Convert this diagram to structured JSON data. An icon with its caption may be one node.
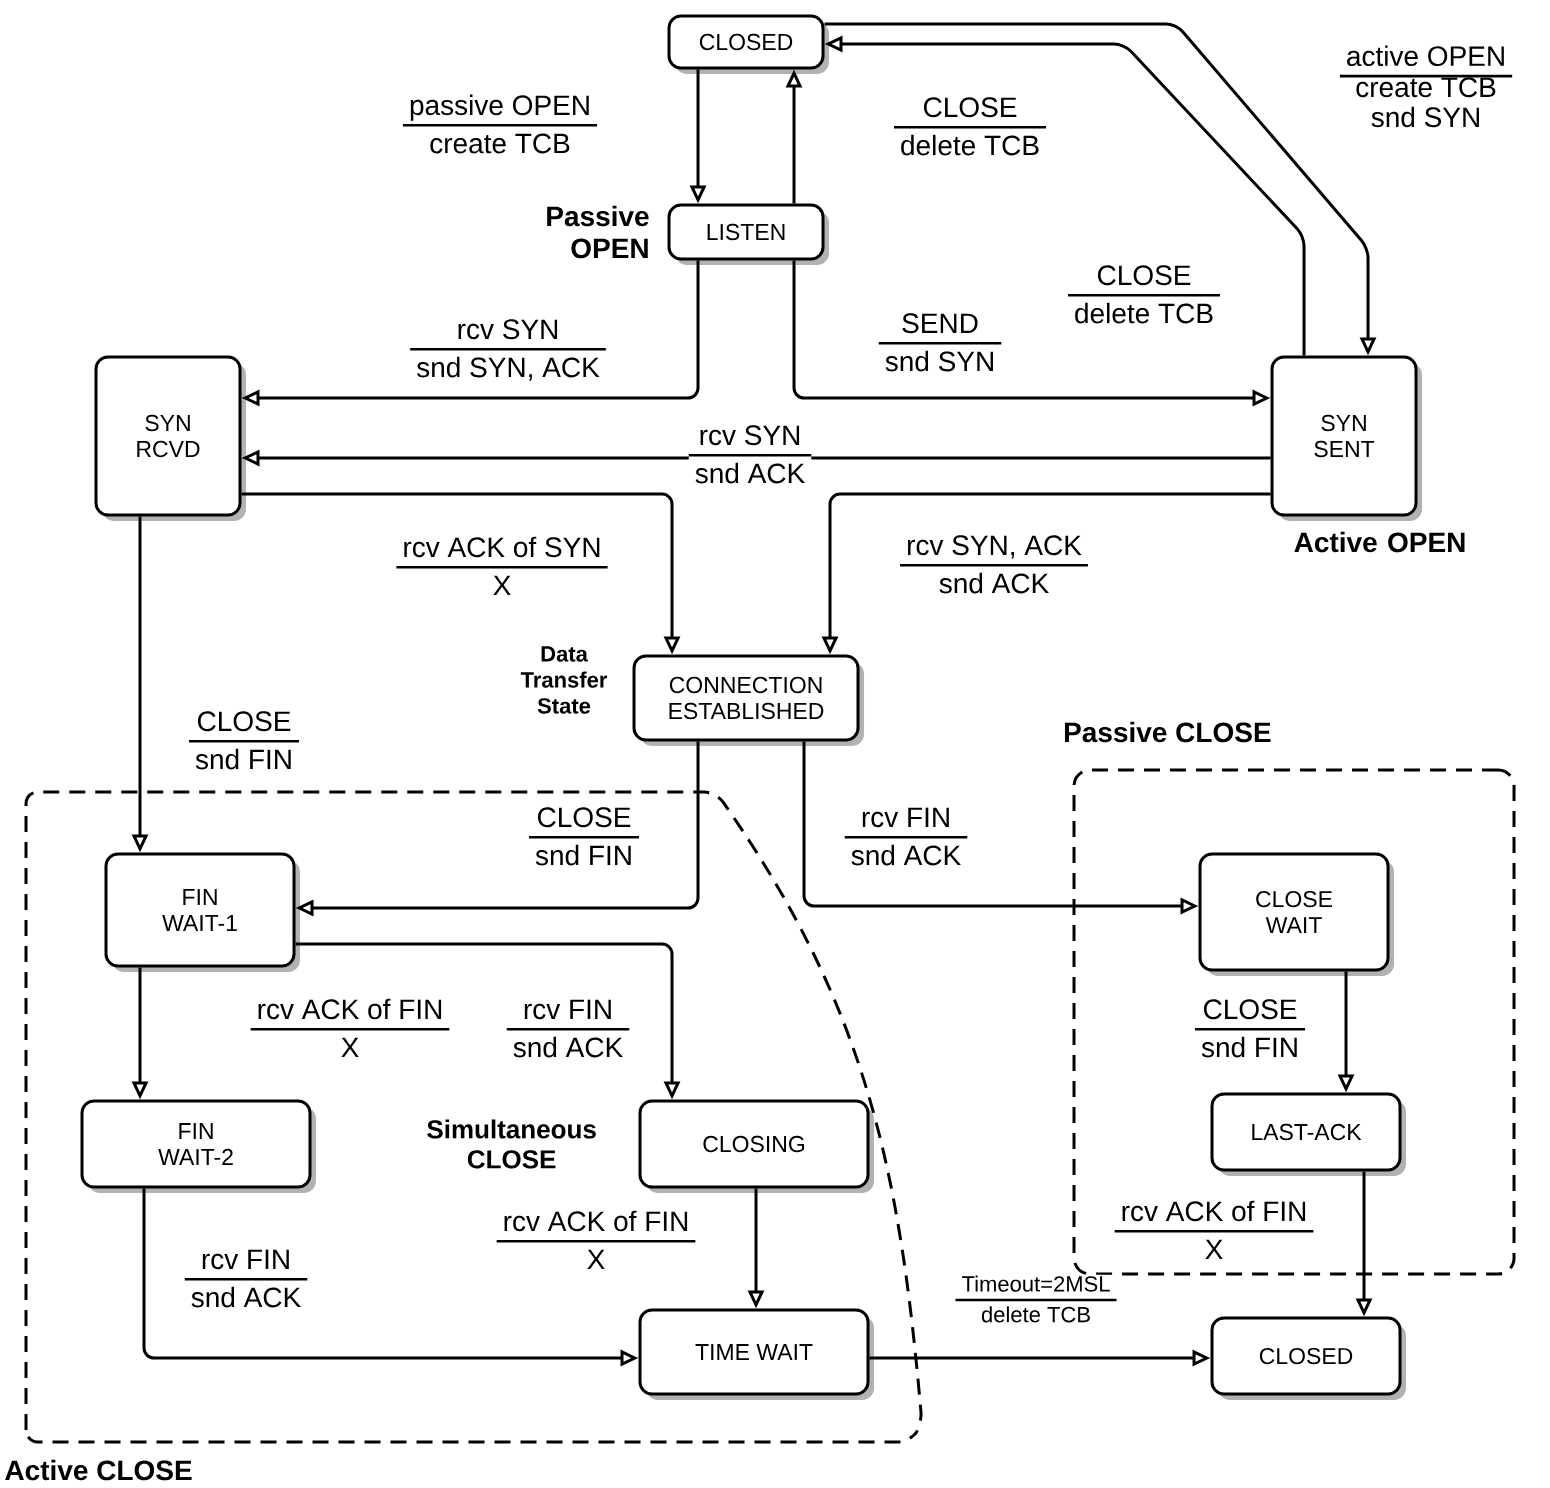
{
  "diagram": {
    "nodes": [
      {
        "text": [
          "CLOSED"
        ]
      },
      {
        "text": [
          "LISTEN"
        ],
        "beside": [
          "Passive OPEN"
        ]
      },
      {
        "text": [
          "SYN RCVD"
        ]
      },
      {
        "text": [
          "SYN SENT"
        ],
        "beside": [
          "Active OPEN"
        ]
      },
      {
        "text": [
          "CONNECTION ESTABLISHED"
        ],
        "beside": [
          "Data Transfer State"
        ]
      },
      {
        "text": [
          "Passive CLOSE"
        ]
      },
      {
        "text": [
          "CLOSE WAIT"
        ],
        "in": 5
      },
      {
        "text": [
          "LAST-ACK"
        ],
        "in": 5
      },
      {
        "text": [
          "Active CLOSE"
        ]
      },
      {
        "text": [
          "FIN WAIT-1"
        ],
        "in": 8
      },
      {
        "text": [
          "FIN WAIT-2"
        ],
        "in": 8
      },
      {
        "text": [
          "CLOSING"
        ],
        "in": 8,
        "beside": [
          "Simultaneous CLOSE"
        ]
      },
      {
        "text": [
          "TIME WAIT"
        ],
        "in": 8
      },
      {
        "text": [
          "CLOSED"
        ]
      }
    ],
    "edges": [
      {
        "from": 0,
        "to": 1,
        "arrow": "to",
        "label": [
          "passive OPEN",
          "create TCB"
        ]
      },
      {
        "from": 1,
        "to": 0,
        "arrow": "to",
        "label": [
          "CLOSE",
          "delete TCB"
        ]
      },
      {
        "from": 0,
        "to": 3,
        "arrow": "to",
        "label": [
          "active OPEN",
          "create TCB snd SYN"
        ]
      },
      {
        "from": 3,
        "to": 0,
        "arrow": "to",
        "label": [
          "CLOSE",
          "delete TCB"
        ]
      },
      {
        "from": 1,
        "to": 3,
        "arrow": "to",
        "label": [
          "SEND",
          "snd SYN"
        ]
      },
      {
        "from": 1,
        "to": 2,
        "arrow": "to",
        "label": [
          "rcv SYN",
          "snd SYN, ACK"
        ]
      },
      {
        "from": 3,
        "to": 2,
        "arrow": "to",
        "label": [
          "rcv SYN",
          "snd ACK"
        ]
      },
      {
        "from": 2,
        "to": 4,
        "arrow": "to",
        "label": [
          "rcv ACK of SYN",
          "X"
        ]
      },
      {
        "from": 3,
        "to": 4,
        "arrow": "to",
        "label": [
          "rcv SYN, ACK",
          "snd ACK"
        ]
      },
      {
        "from": 2,
        "to": 9,
        "arrow": "to",
        "label": [
          "CLOSE",
          "snd FIN"
        ]
      },
      {
        "from": 4,
        "to": 9,
        "arrow": "to",
        "label": [
          "CLOSE",
          "snd FIN"
        ]
      },
      {
        "from": 4,
        "to": 6,
        "arrow": "to",
        "label": [
          "rcv FIN",
          "snd ACK"
        ]
      },
      {
        "from": 9,
        "to": 10,
        "arrow": "to",
        "label": [
          "rcv ACK of FIN",
          "X"
        ]
      },
      {
        "from": 9,
        "to": 11,
        "arrow": "to",
        "label": [
          "rcv FIN",
          "snd ACK"
        ]
      },
      {
        "from": 6,
        "to": 7,
        "arrow": "to",
        "label": [
          "CLOSE",
          "snd FIN"
        ]
      },
      {
        "from": 10,
        "to": 12,
        "arrow": "to",
        "label": [
          "rcv FIN",
          "snd ACK"
        ]
      },
      {
        "from": 11,
        "to": 12,
        "arrow": "to",
        "label": [
          "rcv ACK of FIN",
          "X"
        ]
      },
      {
        "from": 7,
        "to": 13,
        "arrow": "to",
        "label": [
          "rcv ACK of FIN",
          "X"
        ]
      },
      {
        "from": 12,
        "to": 13,
        "arrow": "to",
        "label": [
          "Timeout=2MSL",
          "delete TCB"
        ]
      }
    ]
  }
}
